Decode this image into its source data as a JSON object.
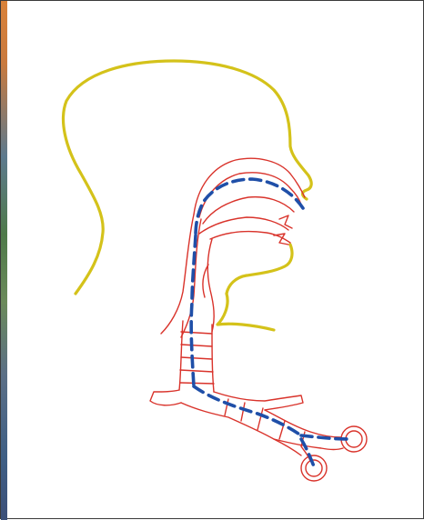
{
  "colors": {
    "head_outline": "#d4c21a",
    "airway_outline": "#d9332b",
    "airflow_path": "#1f4fa8",
    "frame_border": "#3a3a3a",
    "background": "#ffffff"
  },
  "diagram": {
    "subject": "respiratory-tract-airflow",
    "icons": [
      "head-outline",
      "airway-outline",
      "airflow-path"
    ]
  }
}
